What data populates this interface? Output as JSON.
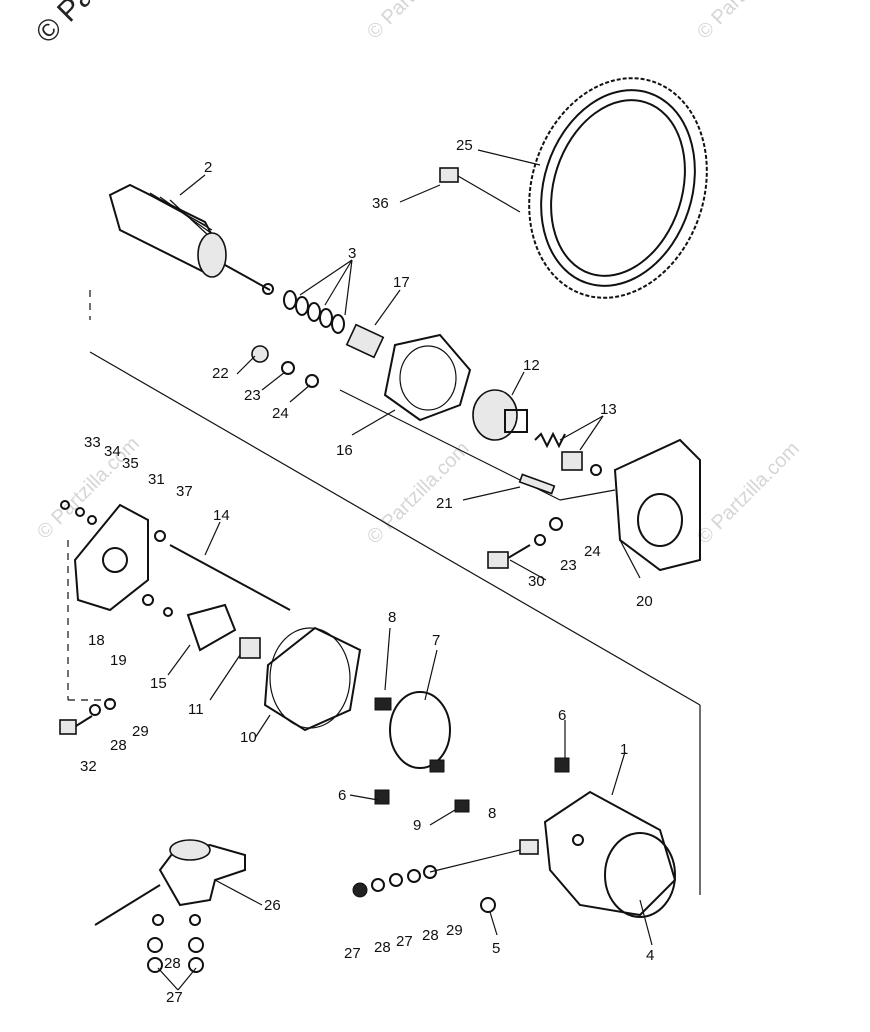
{
  "watermark": {
    "corner_text": "© Par",
    "repeat_text": "© Partzilla.com"
  },
  "labels": {
    "p1": "1",
    "p2": "2",
    "p3": "3",
    "p4": "4",
    "p5": "5",
    "p6a": "6",
    "p6b": "6",
    "p7": "7",
    "p8a": "8",
    "p8b": "8",
    "p9": "9",
    "p10": "10",
    "p11": "11",
    "p12": "12",
    "p13": "13",
    "p14": "14",
    "p15": "15",
    "p16": "16",
    "p17": "17",
    "p18": "18",
    "p19": "19",
    "p20": "20",
    "p21": "21",
    "p22": "22",
    "p23a": "23",
    "p23b": "23",
    "p24a": "24",
    "p24b": "24",
    "p25": "25",
    "p26": "26",
    "p27a": "27",
    "p27b": "27",
    "p27c": "27",
    "p28a": "28",
    "p28b": "28",
    "p28c": "28",
    "p28d": "28",
    "p29a": "29",
    "p29b": "29",
    "p30": "30",
    "p31": "31",
    "p32": "32",
    "p33": "33",
    "p34": "34",
    "p35": "35",
    "p36": "36",
    "p37": "37"
  }
}
